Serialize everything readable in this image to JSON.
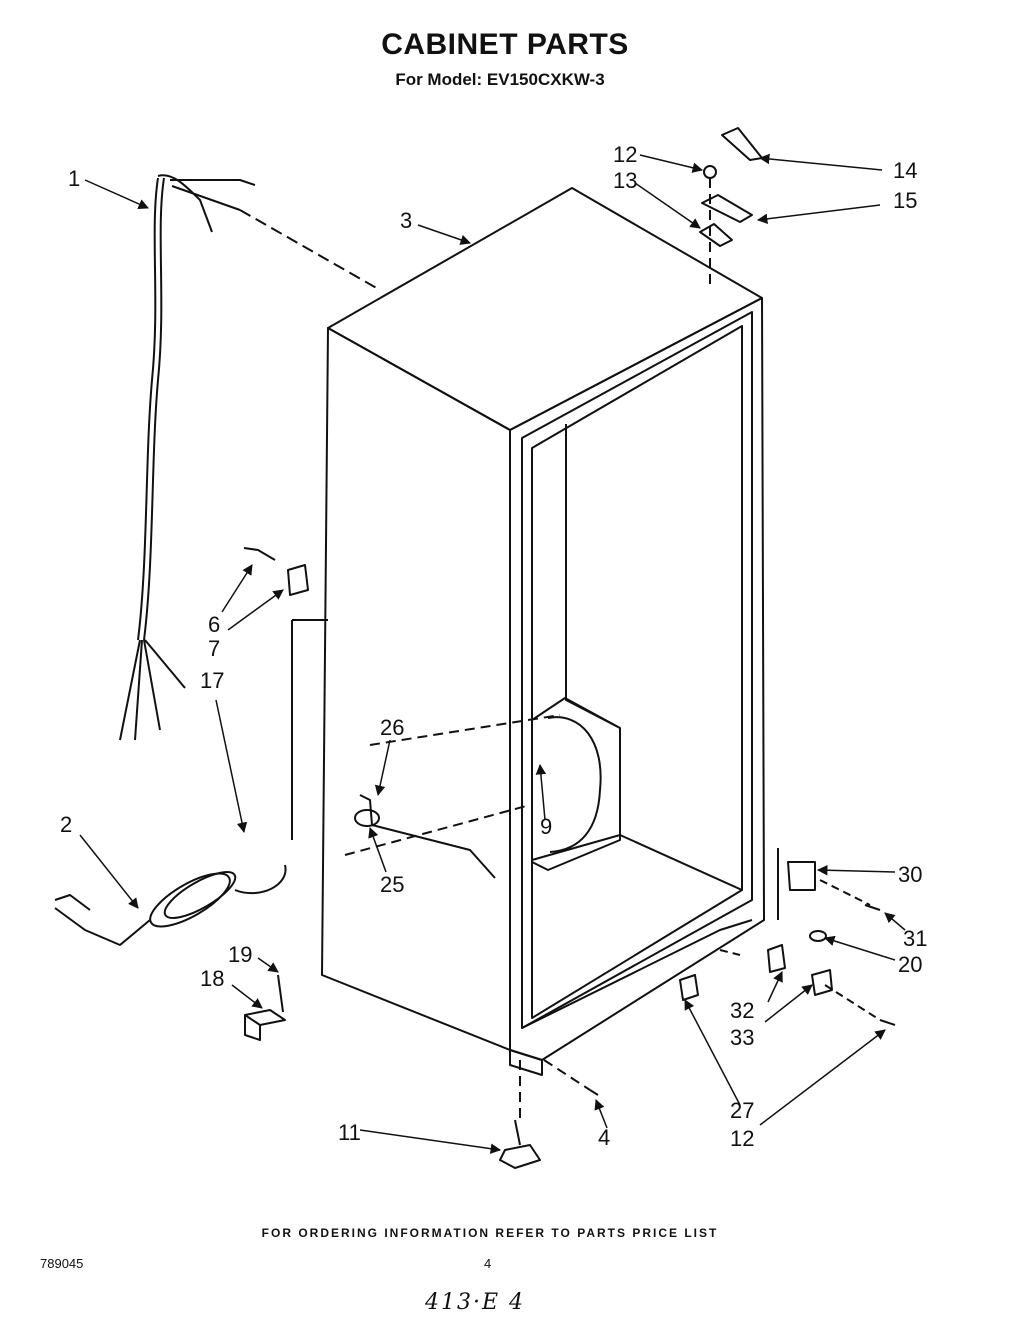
{
  "title": "CABINET PARTS",
  "subtitle": "For Model: EV150CXKW-3",
  "footer": "FOR ORDERING INFORMATION REFER TO PARTS PRICE LIST",
  "doc_number": "789045",
  "page_number": "4",
  "handwritten_note": "413·E 4",
  "callouts": {
    "c1": "1",
    "c2": "2",
    "c3": "3",
    "c4": "4",
    "c6": "6",
    "c7": "7",
    "c9": "9",
    "c11": "11",
    "c12a": "12",
    "c12b": "12",
    "c13": "13",
    "c14": "14",
    "c15": "15",
    "c17": "17",
    "c18": "18",
    "c19": "19",
    "c20": "20",
    "c25": "25",
    "c26": "26",
    "c27": "27",
    "c30": "30",
    "c31": "31",
    "c32": "32",
    "c33": "33"
  }
}
